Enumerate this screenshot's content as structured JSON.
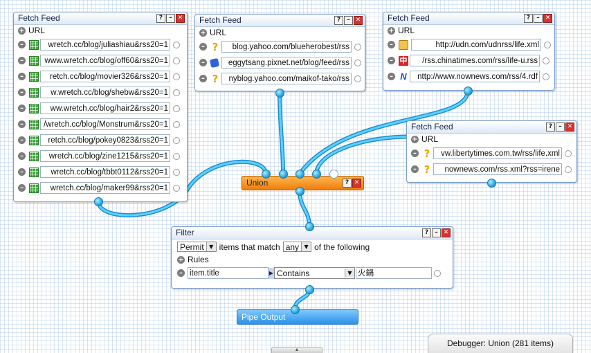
{
  "fetch_feed_1": {
    "title": "Fetch Feed",
    "url_label": "URL",
    "urls": [
      "wretch.cc/blog/juliashiau&rss20=1",
      "www.wretch.cc/blog/off60&rss20=1",
      "retch.cc/blog/movier326&rss20=1",
      "w.wretch.cc/blog/shebw&rss20=1",
      "ww.wretch.cc/blog/hair2&rss20=1",
      "/wretch.cc/blog/Monstrum&rss20=1",
      "retch.cc/blog/pokey0823&rss20=1",
      "wretch.cc/blog/zine1215&rss20=1",
      "wretch.cc/blog/tbbt0112&rss20=1",
      "wretch.cc/blog/maker99&rss20=1"
    ]
  },
  "fetch_feed_2": {
    "title": "Fetch Feed",
    "url_label": "URL",
    "urls": [
      "blog.yahoo.com/blueherobest/rss",
      "eggytsang.pixnet.net/blog/feed/rss",
      "nyblog.yahoo.com/maikof-tako/rss"
    ]
  },
  "fetch_feed_3": {
    "title": "Fetch Feed",
    "url_label": "URL",
    "urls": [
      "http://udn.com/udnrss/life.xml",
      "/rss.chinatimes.com/rss/life-u.rss",
      "nttp://www.nownews.com/rss/4.rdf"
    ]
  },
  "fetch_feed_4": {
    "title": "Fetch Feed",
    "url_label": "URL",
    "urls": [
      "vw.libertytimes.com.tw/rss/life.xml",
      "nownews.com/rss.xml?rss=irene"
    ]
  },
  "union": {
    "title": "Union"
  },
  "filter": {
    "title": "Filter",
    "mode": "Permit",
    "text_items_match": "items that match",
    "match": "any",
    "text_following": "of the following",
    "rules_label": "Rules",
    "rule": {
      "field": "item.title",
      "operator": "Contains",
      "value": "火鍋"
    }
  },
  "pipe_output": {
    "title": "Pipe Output"
  },
  "debugger": {
    "label": "Debugger: Union (281 items)"
  },
  "window_buttons": {
    "help": "?",
    "minimize": "–",
    "close": "✕"
  },
  "icons": {
    "add": "+",
    "remove": "–",
    "feed_unknown": "?",
    "chinatimes": "中",
    "nownews": "N",
    "dropdown": "▼",
    "expand": "▶",
    "scroll_up": "▲"
  },
  "colors": {
    "module_border": "#7a9fce",
    "wire": "#35b8f0",
    "union_orange": "#ee7e0c",
    "pipe_output_blue": "#2a91e8",
    "close_red": "#d8322c"
  }
}
